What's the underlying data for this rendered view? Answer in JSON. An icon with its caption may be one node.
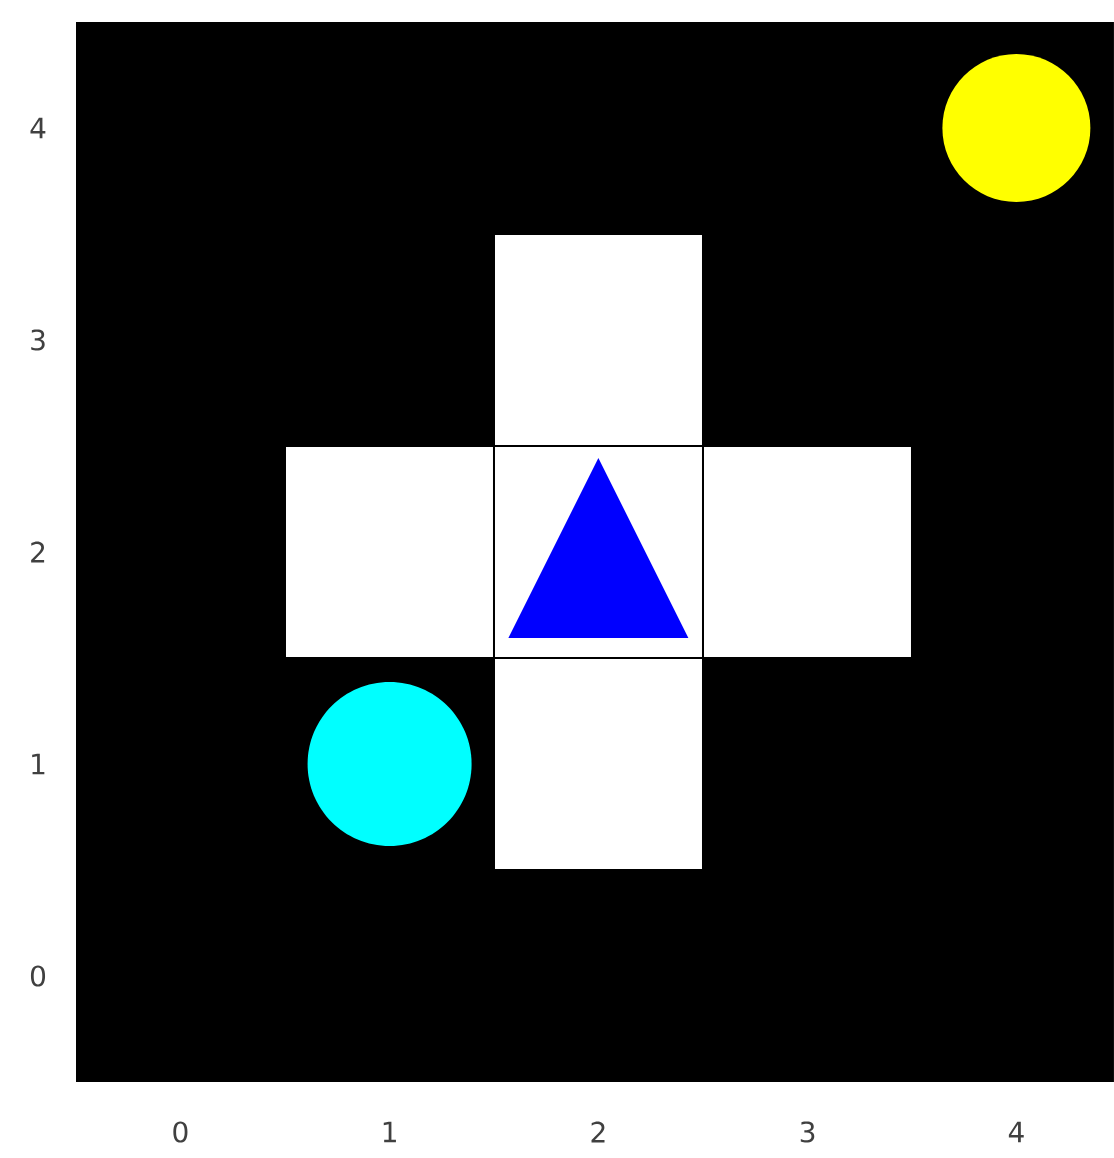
{
  "diagram": {
    "labels": [
      "4",
      "3",
      "2",
      "1",
      "0",
      "0",
      "1",
      "2",
      "3",
      "4"
    ]
  }
}
